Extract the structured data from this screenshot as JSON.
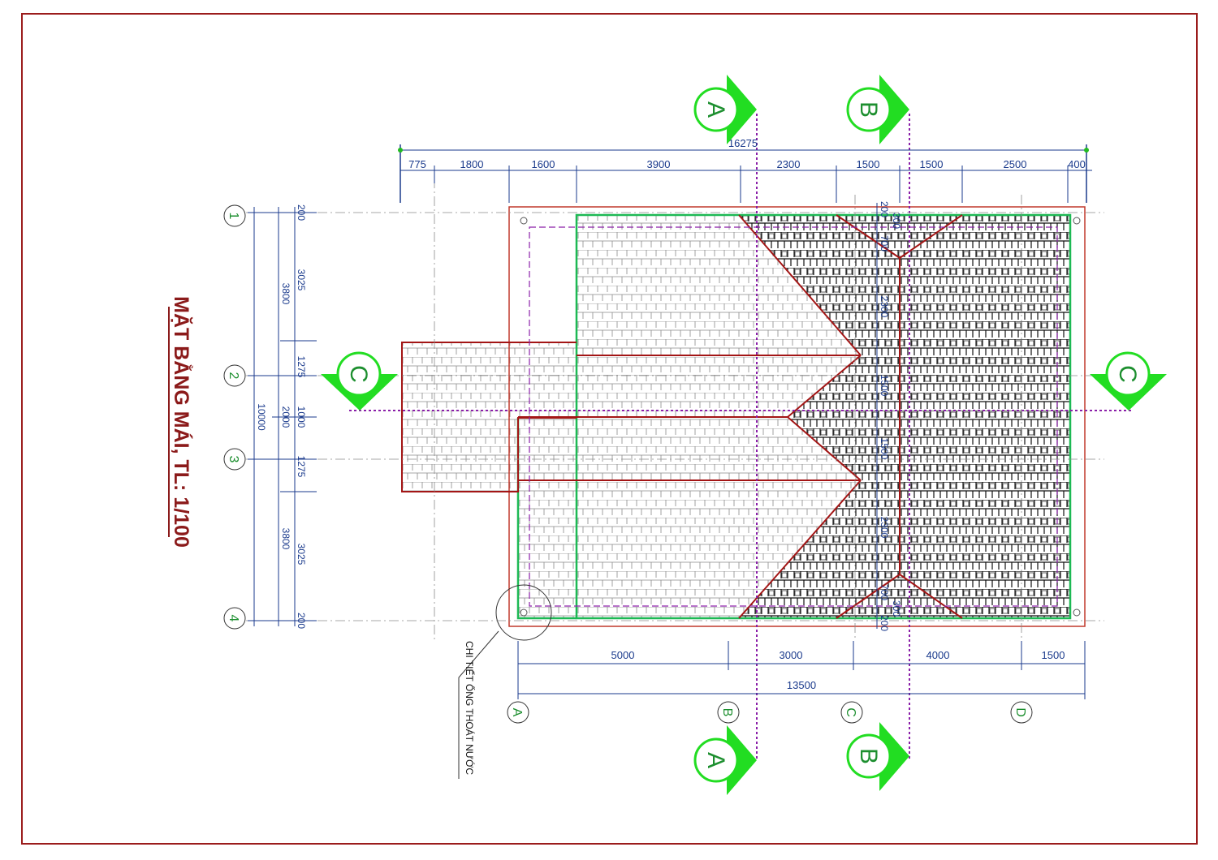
{
  "title": "MẶT BẰNG MÁI, TL: 1/100",
  "note": "CHI TIẾT ỐNG THOÁT NƯỚC",
  "sections": {
    "a": "A",
    "b": "B",
    "c": "C"
  },
  "grid": {
    "letters": [
      "A",
      "B",
      "C",
      "D"
    ],
    "numbers": [
      "1",
      "2",
      "3",
      "4"
    ]
  },
  "dims": {
    "top_total": "16275",
    "top": [
      "775",
      "1800",
      "1600",
      "3900",
      "2300",
      "1500",
      "1500",
      "2500",
      "400"
    ],
    "bottom": [
      "5000",
      "3000",
      "4000",
      "1500"
    ],
    "bottom_total": "13500",
    "left_outer": "10000",
    "left_mid": [
      "3800",
      "2000",
      "3800"
    ],
    "left_inner": [
      "200",
      "3025",
      "1275",
      "1000",
      "1275",
      "3025",
      "200"
    ],
    "ridge": [
      "200",
      "300",
      "700",
      "2300",
      "1500",
      "1500",
      "2300",
      "700",
      "300",
      "200"
    ]
  },
  "colors": {
    "frame": "#9b1c1c",
    "roof_outline": "#c0392b",
    "eave": "#1db954",
    "hip": "#a31515",
    "section_mark": "#22dd22",
    "cut_line": "#8a1fa8",
    "dim_line": "#1a3a8c"
  }
}
